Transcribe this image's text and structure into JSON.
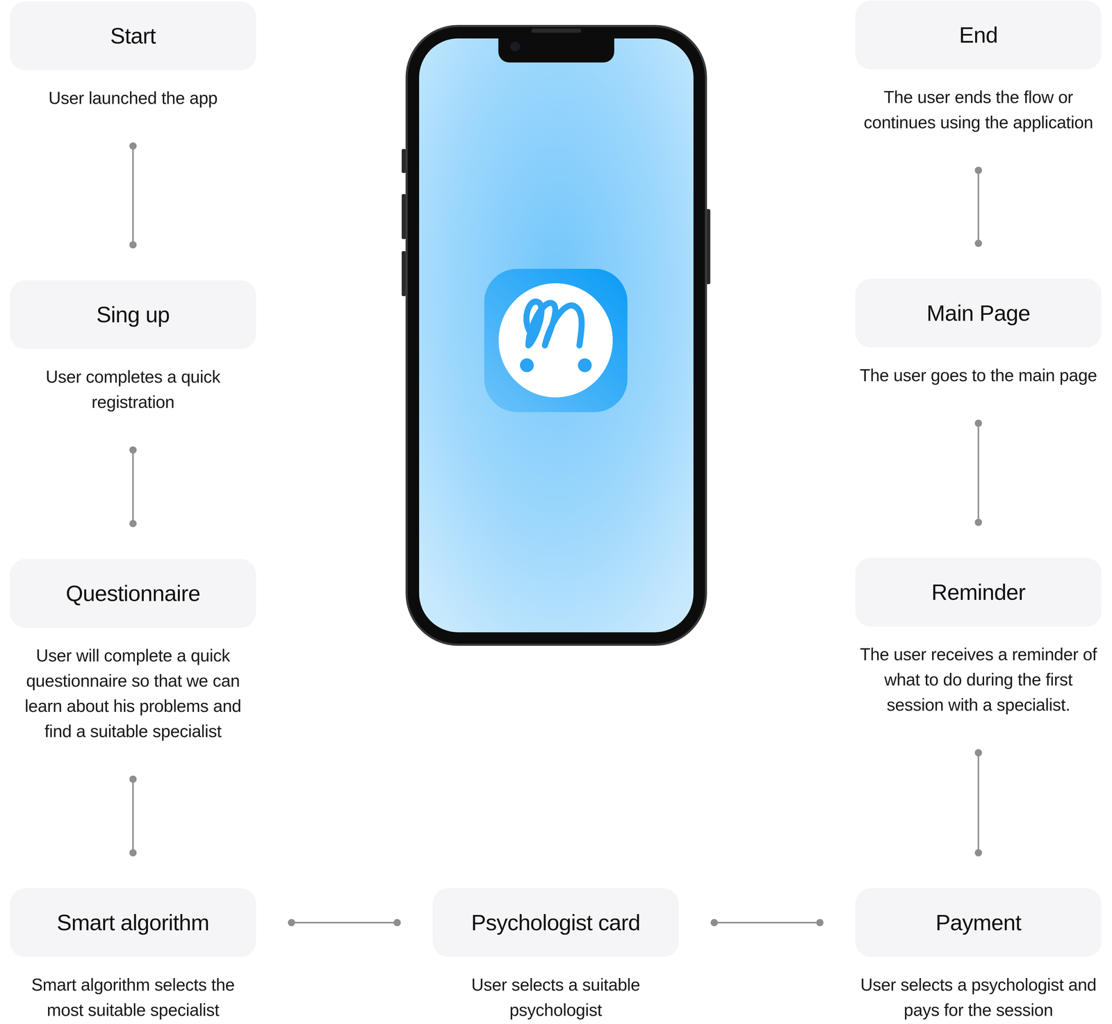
{
  "diagram": {
    "nodes": [
      {
        "text": [
          "Start",
          "User launched the app"
        ]
      },
      {
        "text": [
          "End",
          "The user ends the flow or continues using the application"
        ]
      },
      {
        "text": [
          "Sing up",
          "User completes a quick registration"
        ]
      },
      {
        "text": [
          "Main Page",
          "The user goes to the main page"
        ]
      },
      {
        "text": [
          "Questionnaire",
          "User will complete a quick questionnaire so that we can learn about his problems and find a suitable specialist"
        ]
      },
      {
        "text": [
          "Reminder",
          "The user receives a reminder of what to do during the first session with a specialist."
        ]
      },
      {
        "text": [
          "Smart algorithm",
          "Smart algorithm selects the most suitable specialist"
        ]
      },
      {
        "text": [
          "Psychologist card",
          "User selects a suitable psychologist"
        ]
      },
      {
        "text": [
          "Payment",
          "User selects a psychologist and pays for the session"
        ]
      }
    ],
    "edges": [
      {
        "from": 0,
        "to": 2,
        "arrow": "none"
      },
      {
        "from": 2,
        "to": 4,
        "arrow": "none"
      },
      {
        "from": 4,
        "to": 6,
        "arrow": "none"
      },
      {
        "from": 6,
        "to": 7,
        "arrow": "none"
      },
      {
        "from": 7,
        "to": 8,
        "arrow": "none"
      },
      {
        "from": 8,
        "to": 5,
        "arrow": "none"
      },
      {
        "from": 5,
        "to": 3,
        "arrow": "none"
      },
      {
        "from": 3,
        "to": 1,
        "arrow": "none"
      }
    ]
  }
}
